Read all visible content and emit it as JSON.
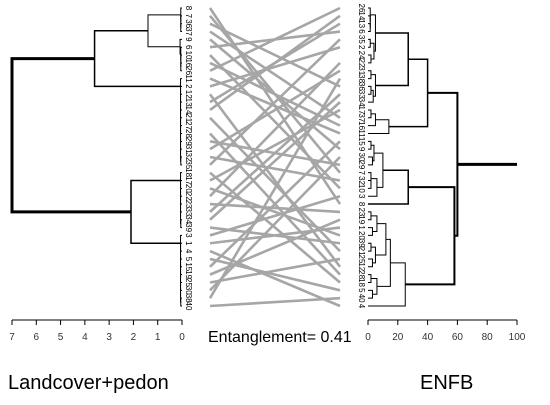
{
  "titles": {
    "left": "Landcover+pedon",
    "right": "ENFB",
    "entanglement": "Entanglement= 0.41"
  },
  "chart_data": {
    "type": "tanglegram",
    "left_dendrogram": {
      "label": "Landcover+pedon",
      "axis": {
        "direction": "reversed",
        "min": 0,
        "max": 7,
        "ticks": [
          7,
          6,
          5,
          4,
          3,
          2,
          1,
          0
        ]
      },
      "leaves": [
        "8",
        "7",
        "36",
        "37",
        "9",
        "6",
        "10",
        "16",
        "26",
        "11",
        "2",
        "12",
        "13",
        "14",
        "21",
        "27",
        "28",
        "29",
        "31",
        "32",
        "35",
        "18",
        "17",
        "20",
        "22",
        "23",
        "33",
        "34",
        "39",
        "3",
        "1",
        "4",
        "5",
        "15",
        "19",
        "25",
        "30",
        "38",
        "40"
      ]
    },
    "right_dendrogram": {
      "label": "ENFB",
      "axis": {
        "min": 0,
        "max": 100,
        "ticks": [
          0,
          20,
          40,
          60,
          80,
          100
        ]
      },
      "leaves": [
        "26",
        "14",
        "13",
        "6",
        "35",
        "2",
        "24",
        "22",
        "31",
        "38",
        "36",
        "33",
        "34",
        "17",
        "37",
        "16",
        "11",
        "15",
        "9",
        "30",
        "29",
        "7",
        "32",
        "10",
        "3",
        "8",
        "23",
        "19",
        "1",
        "20",
        "39",
        "21",
        "25",
        "12",
        "28",
        "18",
        "5",
        "40",
        "4"
      ]
    },
    "entanglement": 0.41,
    "connector_color": "#a6a6a6",
    "line_color": "#000000"
  }
}
